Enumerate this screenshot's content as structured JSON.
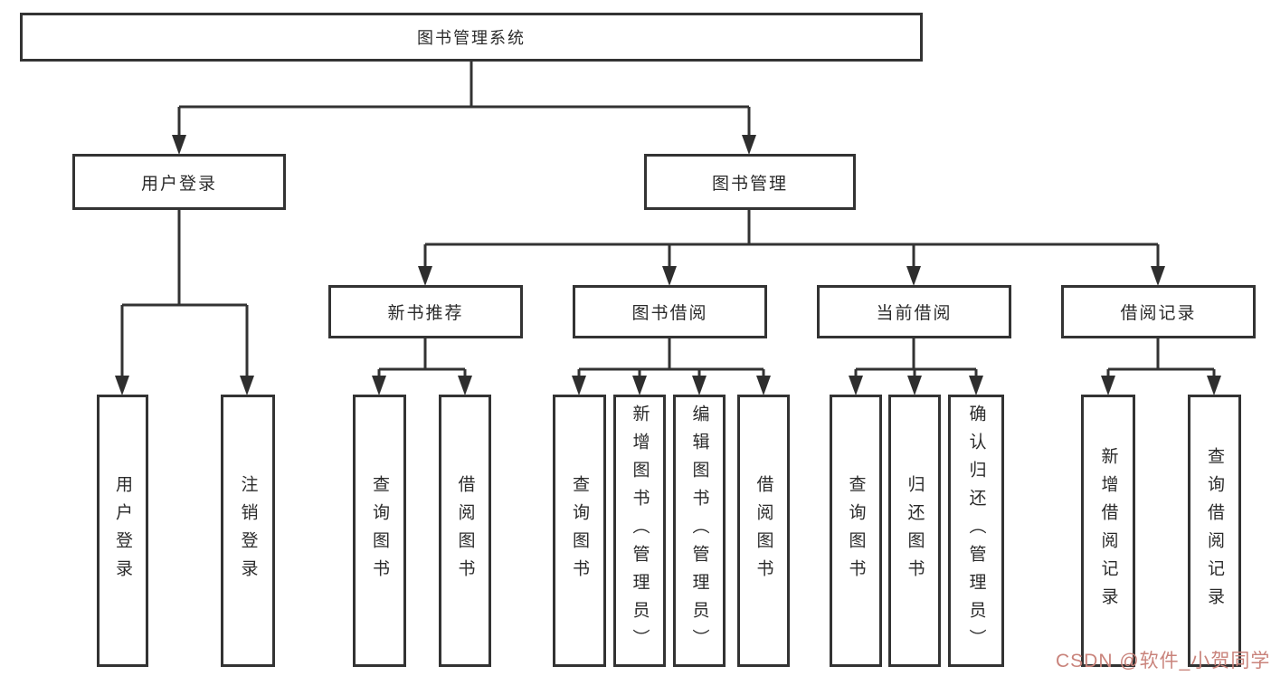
{
  "colors": {
    "background": "#ffffff",
    "line": "#333333",
    "box_border": "#333333",
    "text": "#2b2b2b",
    "watermark": "#c9837b"
  },
  "diagram": {
    "root": "图书管理系统",
    "level2": {
      "user_login": "用户登录",
      "book_management": "图书管理"
    },
    "level3": {
      "new_book": "新书推荐",
      "book_borrow": "图书借阅",
      "current_borrow": "当前借阅",
      "borrow_records": "借阅记录"
    },
    "leaves": {
      "user_login": [
        "用户登录",
        "注销登录"
      ],
      "new_book": [
        "查询图书",
        "借阅图书"
      ],
      "book_borrow": [
        "查询图书",
        "新增图书（管理员）",
        "编辑图书（管理员）",
        "借阅图书"
      ],
      "current_borrow": [
        "查询图书",
        "归还图书",
        "确认归还（管理员）"
      ],
      "borrow_records": [
        "新增借阅记录",
        "查询借阅记录"
      ]
    }
  },
  "watermark": {
    "text": "CSDN @软件_小贺同学"
  }
}
